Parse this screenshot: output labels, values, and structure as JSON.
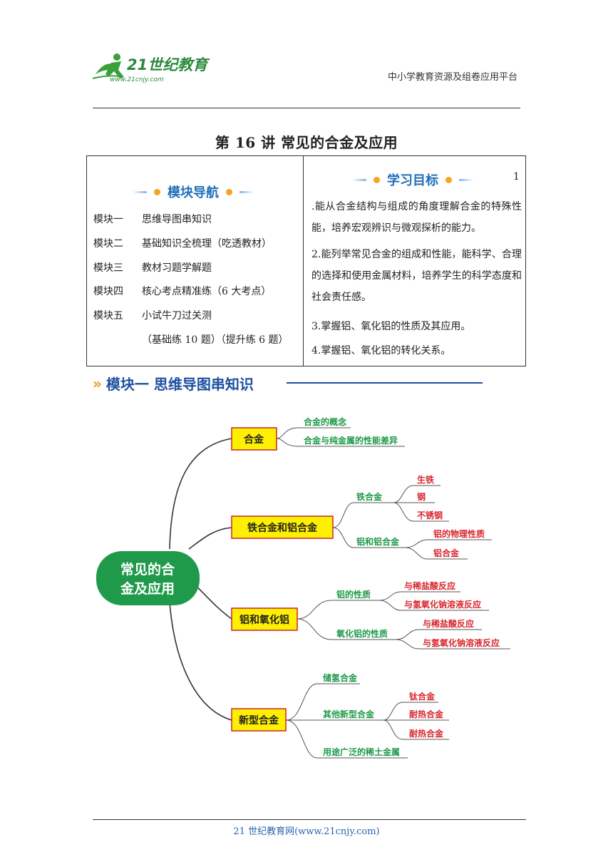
{
  "header": {
    "logo_text": "21世纪教育",
    "logo_url_text": "www.21cnjy.com",
    "platform": "中小学教育资源及组卷应用平台"
  },
  "title": "第 16 讲  常见的合金及应用",
  "nav": {
    "heading": "模块导航",
    "modules": [
      {
        "key": "模块一",
        "text": "思维导图串知识"
      },
      {
        "key": "模块二",
        "text": "基础知识全梳理（吃透教材）"
      },
      {
        "key": "模块三",
        "text": "教材习题学解题"
      },
      {
        "key": "模块四",
        "text": "核心考点精准练（6 大考点）"
      },
      {
        "key": "模块五",
        "text": "小试牛刀过关测"
      },
      {
        "key": "",
        "text": "（基础练 10 题）（提升练 6 题）"
      }
    ]
  },
  "goals": {
    "heading": "学习目标",
    "page_number": "1",
    "items": [
      ".能从合金结构与组成的角度理解合金的特殊性能，培养宏观辨识与微观探析的能力。",
      "2.能列举常见合金的组成和性能，能科学、合理的选择和使用金属材料，培养学生的科学态度和社会责任感。",
      "3.掌握铝、氧化铝的性质及其应用。",
      "4.掌握铝、氧化铝的转化关系。"
    ]
  },
  "section": {
    "arrow": "»",
    "title": "模块一  思维导图串知识"
  },
  "mindmap": {
    "root": "常见的合金及应用",
    "root_lines": [
      "常见的合",
      "金及应用"
    ],
    "branches": [
      {
        "label": "合金",
        "children": [
          {
            "label": "合金的概念"
          },
          {
            "label": "合金与纯金属的性能差异"
          }
        ]
      },
      {
        "label": "铁合金和铝合金",
        "children": [
          {
            "label": "铁合金",
            "children": [
              "生铁",
              "钢",
              "不锈钢"
            ]
          },
          {
            "label": "铝和铝合金",
            "children": [
              "铝的物理性质",
              "铝合金"
            ]
          }
        ]
      },
      {
        "label": "铝和氧化铝",
        "children": [
          {
            "label": "铝的性质",
            "children": [
              "与稀盐酸反应",
              "与氢氧化钠溶液反应"
            ]
          },
          {
            "label": "氧化铝的性质",
            "children": [
              "与稀盐酸反应",
              "与氢氧化钠溶液反应"
            ]
          }
        ]
      },
      {
        "label": "新型合金",
        "children": [
          {
            "label": "储氢合金"
          },
          {
            "label": "其他新型合金",
            "children": [
              "钛合金",
              "耐热合金",
              "耐热合金"
            ]
          },
          {
            "label": "用途广泛的稀土金属"
          }
        ]
      }
    ],
    "colors": {
      "root_fill": "#1e9a4a",
      "branch_fill": "#ffef00",
      "branch_border": "#c8262e",
      "level2_text": "#1e9a4a",
      "level3_text": "#d8262e",
      "line": "#333333"
    }
  },
  "footer": "21 世纪教育网(www.21cnjy.com)"
}
